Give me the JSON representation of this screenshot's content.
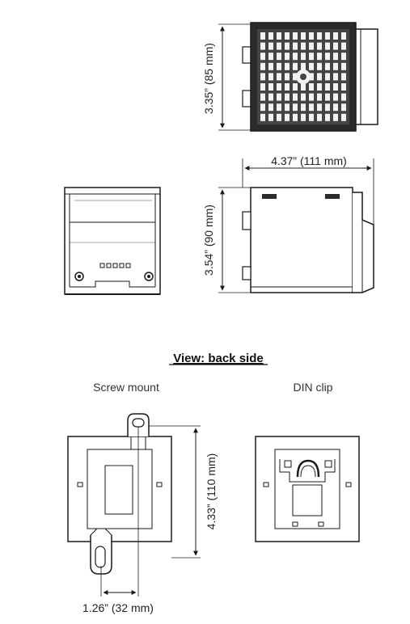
{
  "dimensions": {
    "front_height": "3.35” (85 mm)",
    "top_width": "4.37” (111 mm)",
    "side_height": "3.54” (90 mm)",
    "back_height": "4.33” (110 mm)",
    "mount_offset": "1.26” (32 mm)"
  },
  "back_view": {
    "heading": "View: back side",
    "screw_mount_caption": "Screw mount",
    "din_clip_caption": "DIN clip"
  },
  "colors": {
    "ink": "#1a1a1a",
    "grille_fill": "#3a3a3a",
    "grille_slot": "#f2f2f2"
  }
}
